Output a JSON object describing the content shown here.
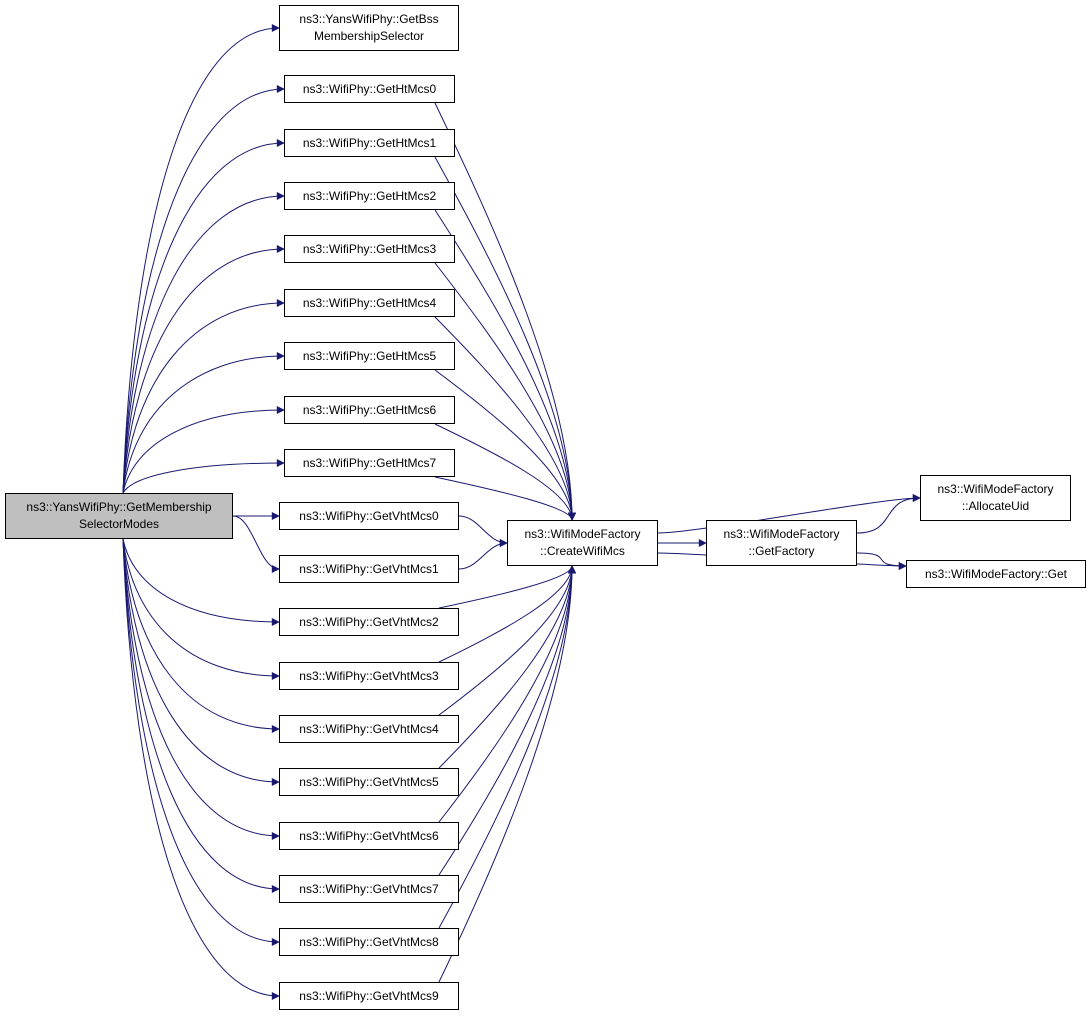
{
  "colors": {
    "edge": "#191970",
    "root_fill": "#bfbfbf",
    "node_fill": "#ffffff",
    "node_border": "#000000"
  },
  "nodes": {
    "root": {
      "lines": [
        "ns3::YansWifiPhy::GetMembership",
        "SelectorModes"
      ]
    },
    "getbss": {
      "lines": [
        "ns3::YansWifiPhy::GetBss",
        "MembershipSelector"
      ]
    },
    "htmcs0": {
      "lines": [
        "ns3::WifiPhy::GetHtMcs0"
      ]
    },
    "htmcs1": {
      "lines": [
        "ns3::WifiPhy::GetHtMcs1"
      ]
    },
    "htmcs2": {
      "lines": [
        "ns3::WifiPhy::GetHtMcs2"
      ]
    },
    "htmcs3": {
      "lines": [
        "ns3::WifiPhy::GetHtMcs3"
      ]
    },
    "htmcs4": {
      "lines": [
        "ns3::WifiPhy::GetHtMcs4"
      ]
    },
    "htmcs5": {
      "lines": [
        "ns3::WifiPhy::GetHtMcs5"
      ]
    },
    "htmcs6": {
      "lines": [
        "ns3::WifiPhy::GetHtMcs6"
      ]
    },
    "htmcs7": {
      "lines": [
        "ns3::WifiPhy::GetHtMcs7"
      ]
    },
    "vhtmcs0": {
      "lines": [
        "ns3::WifiPhy::GetVhtMcs0"
      ]
    },
    "vhtmcs1": {
      "lines": [
        "ns3::WifiPhy::GetVhtMcs1"
      ]
    },
    "vhtmcs2": {
      "lines": [
        "ns3::WifiPhy::GetVhtMcs2"
      ]
    },
    "vhtmcs3": {
      "lines": [
        "ns3::WifiPhy::GetVhtMcs3"
      ]
    },
    "vhtmcs4": {
      "lines": [
        "ns3::WifiPhy::GetVhtMcs4"
      ]
    },
    "vhtmcs5": {
      "lines": [
        "ns3::WifiPhy::GetVhtMcs5"
      ]
    },
    "vhtmcs6": {
      "lines": [
        "ns3::WifiPhy::GetVhtMcs6"
      ]
    },
    "vhtmcs7": {
      "lines": [
        "ns3::WifiPhy::GetVhtMcs7"
      ]
    },
    "vhtmcs8": {
      "lines": [
        "ns3::WifiPhy::GetVhtMcs8"
      ]
    },
    "vhtmcs9": {
      "lines": [
        "ns3::WifiPhy::GetVhtMcs9"
      ]
    },
    "createwifimcs": {
      "lines": [
        "ns3::WifiModeFactory",
        "::CreateWifiMcs"
      ]
    },
    "getfactory": {
      "lines": [
        "ns3::WifiModeFactory",
        "::GetFactory"
      ]
    },
    "allocateuid": {
      "lines": [
        "ns3::WifiModeFactory",
        "::AllocateUid"
      ]
    },
    "get": {
      "lines": [
        "ns3::WifiModeFactory::Get"
      ]
    }
  },
  "edges": [
    [
      "root",
      "getbss"
    ],
    [
      "root",
      "htmcs0"
    ],
    [
      "root",
      "htmcs1"
    ],
    [
      "root",
      "htmcs2"
    ],
    [
      "root",
      "htmcs3"
    ],
    [
      "root",
      "htmcs4"
    ],
    [
      "root",
      "htmcs5"
    ],
    [
      "root",
      "htmcs6"
    ],
    [
      "root",
      "htmcs7"
    ],
    [
      "root",
      "vhtmcs0"
    ],
    [
      "root",
      "vhtmcs1"
    ],
    [
      "root",
      "vhtmcs2"
    ],
    [
      "root",
      "vhtmcs3"
    ],
    [
      "root",
      "vhtmcs4"
    ],
    [
      "root",
      "vhtmcs5"
    ],
    [
      "root",
      "vhtmcs6"
    ],
    [
      "root",
      "vhtmcs7"
    ],
    [
      "root",
      "vhtmcs8"
    ],
    [
      "root",
      "vhtmcs9"
    ],
    [
      "htmcs0",
      "createwifimcs"
    ],
    [
      "htmcs1",
      "createwifimcs"
    ],
    [
      "htmcs2",
      "createwifimcs"
    ],
    [
      "htmcs3",
      "createwifimcs"
    ],
    [
      "htmcs4",
      "createwifimcs"
    ],
    [
      "htmcs5",
      "createwifimcs"
    ],
    [
      "htmcs6",
      "createwifimcs"
    ],
    [
      "htmcs7",
      "createwifimcs"
    ],
    [
      "vhtmcs0",
      "createwifimcs"
    ],
    [
      "vhtmcs1",
      "createwifimcs"
    ],
    [
      "vhtmcs2",
      "createwifimcs"
    ],
    [
      "vhtmcs3",
      "createwifimcs"
    ],
    [
      "vhtmcs4",
      "createwifimcs"
    ],
    [
      "vhtmcs5",
      "createwifimcs"
    ],
    [
      "vhtmcs6",
      "createwifimcs"
    ],
    [
      "vhtmcs7",
      "createwifimcs"
    ],
    [
      "vhtmcs8",
      "createwifimcs"
    ],
    [
      "vhtmcs9",
      "createwifimcs"
    ],
    [
      "createwifimcs",
      "allocateuid"
    ],
    [
      "createwifimcs",
      "getfactory"
    ],
    [
      "createwifimcs",
      "get"
    ],
    [
      "getfactory",
      "allocateuid"
    ],
    [
      "getfactory",
      "get"
    ]
  ]
}
